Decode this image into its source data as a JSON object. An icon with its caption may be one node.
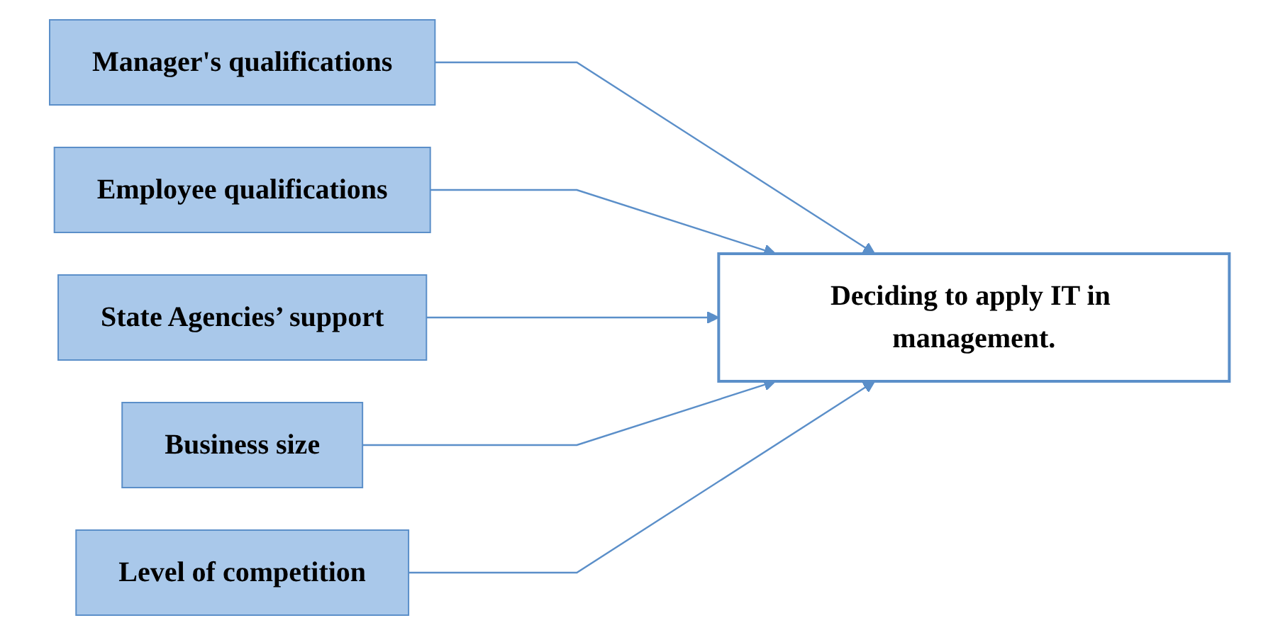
{
  "diagram": {
    "nodes": [
      {
        "text": [
          "Manager's qualifications"
        ]
      },
      {
        "text": [
          "Employee qualifications"
        ]
      },
      {
        "text": [
          "State Agencies’ support"
        ]
      },
      {
        "text": [
          "Business size"
        ]
      },
      {
        "text": [
          "Level of competition"
        ]
      },
      {
        "text": [
          "Deciding to apply IT in management."
        ]
      }
    ],
    "edges": [
      {
        "from": 0,
        "to": 5,
        "arrow": "to"
      },
      {
        "from": 1,
        "to": 5,
        "arrow": "to"
      },
      {
        "from": 2,
        "to": 5,
        "arrow": "to"
      },
      {
        "from": 3,
        "to": 5,
        "arrow": "to"
      },
      {
        "from": 4,
        "to": 5,
        "arrow": "to"
      }
    ]
  }
}
